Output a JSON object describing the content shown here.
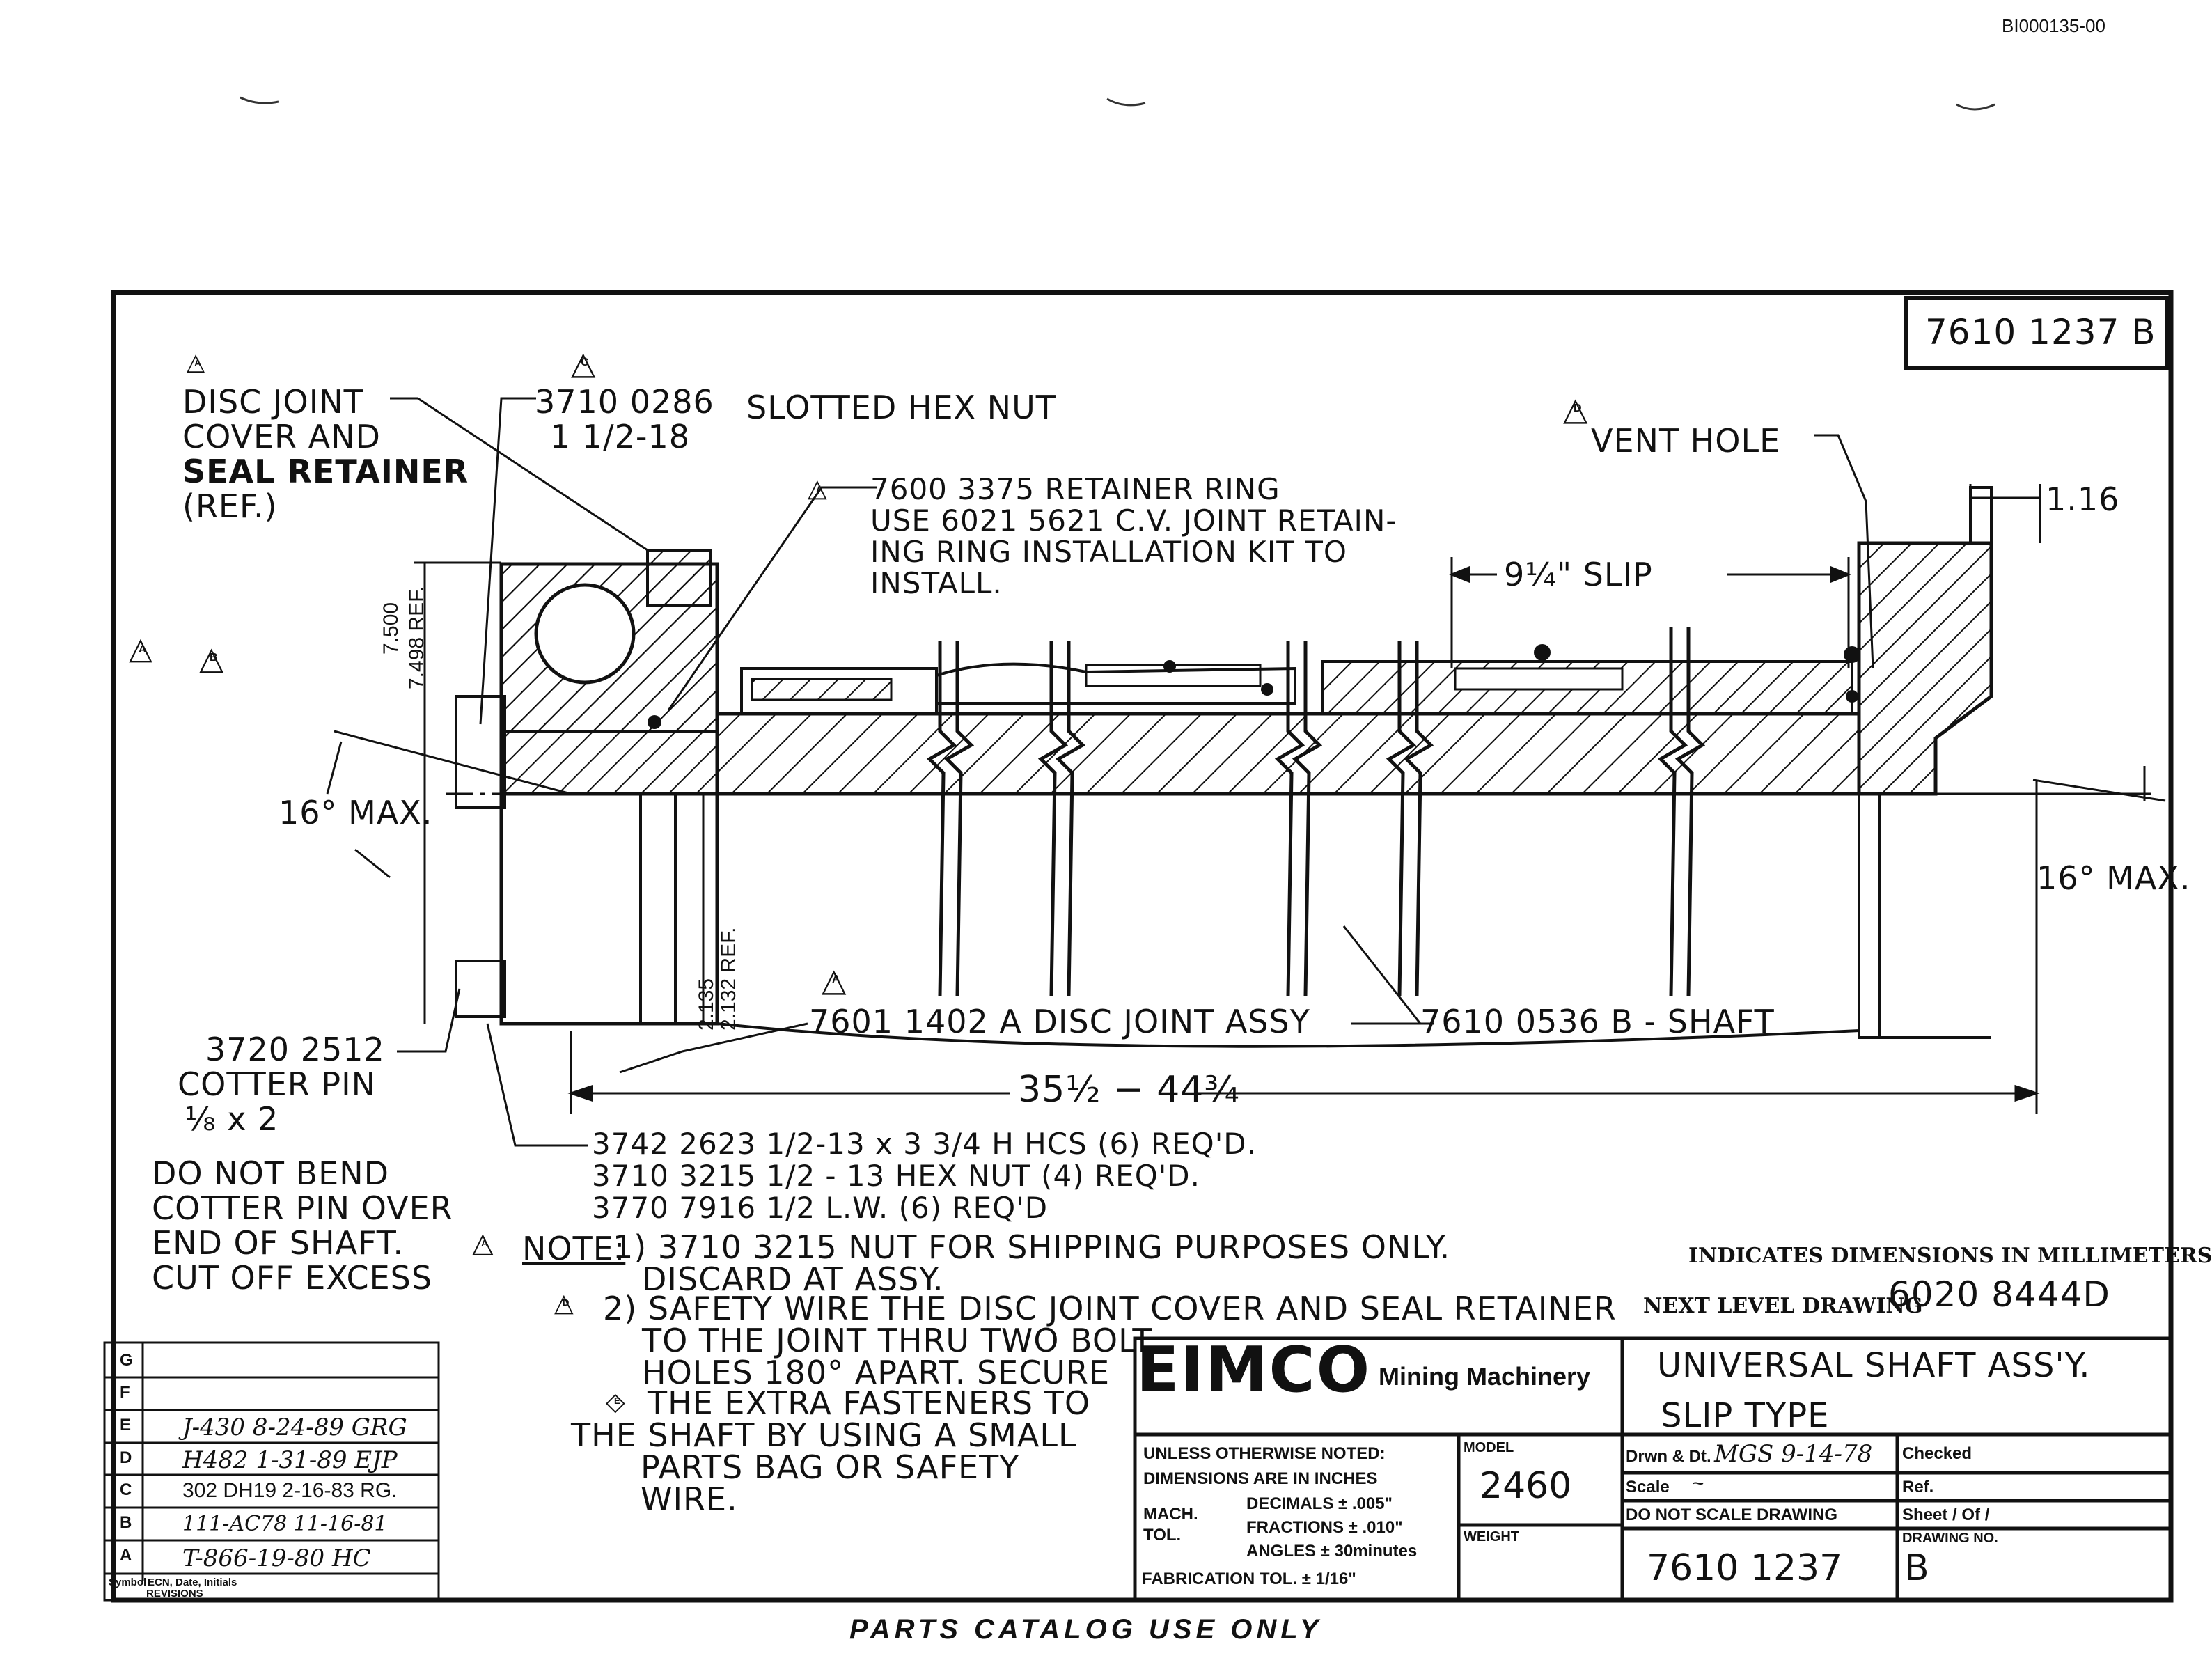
{
  "doc_id": "BI000135-00",
  "drawing_number_box": "7610 1237 B",
  "notes": {
    "disc_joint_cover": [
      "DISC JOINT",
      "COVER AND",
      "SEAL RETAINER",
      "(REF.)"
    ],
    "nut_part": "3710 0286",
    "nut_thread": "1 1/2-18",
    "slotted_hex_nut": "SLOTTED HEX NUT",
    "retainer_ring": [
      "7600 3375 RETAINER RING",
      "USE 6021 5621 C.V. JOINT RETAIN-",
      "ING RING INSTALLATION KIT TO",
      "INSTALL."
    ],
    "vent_hole": "VENT HOLE",
    "slip": "9¼\" SLIP",
    "dim_116": "1.16",
    "dim_7500": "7.500",
    "dim_7498": "7.498 REF.",
    "max16_left": "16° MAX.",
    "max16_right": "16° MAX.",
    "dim_2135": "2.135",
    "dim_2132": "2.132 REF.",
    "disc_joint_assy": "7601 1402 A   DISC JOINT ASSY",
    "shaft": "7610 0536 B - SHAFT",
    "length": "35½ − 44¾",
    "cotter_pin": [
      "3720 2512",
      "COTTER PIN",
      "⅛ x 2"
    ],
    "bend_note": [
      "DO NOT BEND",
      "COTTER PIN OVER",
      "END OF SHAFT.",
      "CUT OFF EXCESS"
    ],
    "fasteners": [
      "3742 2623   1/2-13 x 3 3/4 H HCS (6) REQ'D.",
      "3710 3215   1/2 - 13 HEX NUT (4) REQ'D.",
      "3770 7916  1/2   L.W. (6) REQ'D"
    ],
    "note_label": "NOTE:",
    "note_1": [
      "1) 3710 3215 NUT FOR SHIPPING PURPOSES ONLY.",
      "DISCARD AT ASSY."
    ],
    "note_2": [
      "2) SAFETY WIRE THE DISC JOINT COVER AND SEAL RETAINER",
      "TO THE JOINT THRU TWO BOLT",
      "HOLES 180° APART. SECURE"
    ],
    "note_3": [
      "THE EXTRA FASTENERS TO",
      "THE SHAFT BY USING A SMALL",
      "PARTS BAG OR SAFETY",
      "WIRE."
    ],
    "mm_note": "INDICATES DIMENSIONS IN MILLIMETERS",
    "next_level_label": "NEXT LEVEL DRAWING",
    "next_level_value": "6020 8444D",
    "footer": "PARTS CATALOG USE ONLY"
  },
  "triangles": [
    "A",
    "C",
    "D",
    "A",
    "B",
    "A",
    "A",
    "A",
    "D",
    "E"
  ],
  "title_block": {
    "company": "EIMCO",
    "division": "Mining Machinery",
    "title_line1": "UNIVERSAL SHAFT ASS'Y.",
    "title_line2": "SLIP TYPE",
    "unless_noted": "UNLESS OTHERWISE NOTED:",
    "dims_inches": "DIMENSIONS ARE IN INCHES",
    "mach_tol": "MACH. TOL.",
    "decimals": "DECIMALS ± .005\"",
    "fractions": "FRACTIONS ± .010\"",
    "angles": "ANGLES ± 30minutes",
    "fab_tol": "FABRICATION TOL. ± 1/16\"",
    "model_label": "MODEL",
    "model_value": "2460",
    "weight_label": "WEIGHT",
    "drawn_label": "Drwn & Dt.",
    "drawn_value": "MGS  9-14-78",
    "checked_label": "Checked",
    "scale_label": "Scale",
    "scale_value": "~",
    "ref_label": "Ref.",
    "no_scale": "DO NOT SCALE DRAWING",
    "sheet_label": "Sheet   /   Of   /",
    "drawing_no_label": "DRAWING NO.",
    "drawing_no_value": "7610 1237",
    "rev_value": "B"
  },
  "revisions": {
    "rows": [
      {
        "sym": "G",
        "text": ""
      },
      {
        "sym": "F",
        "text": ""
      },
      {
        "sym": "E",
        "text": "J-430 8-24-89 GRG"
      },
      {
        "sym": "D",
        "text": "H482 1-31-89 EJP"
      },
      {
        "sym": "C",
        "text": "302 DH19 2-16-83 RG."
      },
      {
        "sym": "B",
        "text": "111-AC78   11-16-81"
      },
      {
        "sym": "A",
        "text": "T-866-19-80 HC"
      }
    ],
    "sym_header": "Symbol",
    "ecn_header": "ECN, Date, Initials",
    "revisions_header": "REVISIONS"
  }
}
